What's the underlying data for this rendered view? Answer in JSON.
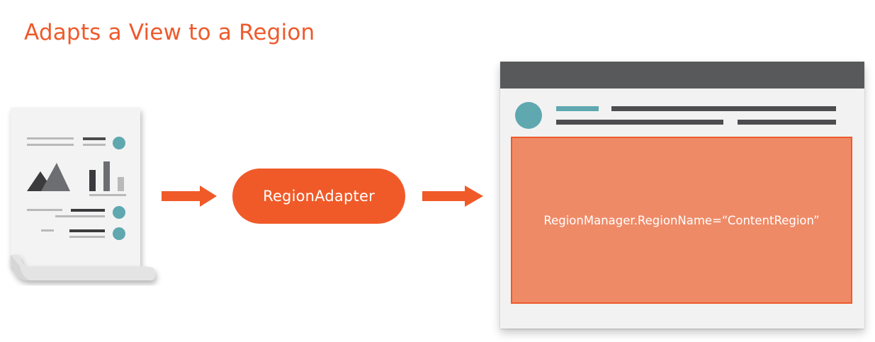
{
  "title": "Adapts a View to a Region",
  "adapter": {
    "label": "RegionAdapter"
  },
  "window": {
    "region_text": "RegionManager.RegionName=“ContentRegion”"
  },
  "colors": {
    "accent": "#ee5a2b",
    "region_fill": "#ef8a67",
    "teal": "#5fa8b0",
    "dark_gray": "#4d4d4f",
    "titlebar": "#58595b"
  },
  "icons": {
    "view": "document-view-icon",
    "arrow": "arrow-right-icon"
  }
}
